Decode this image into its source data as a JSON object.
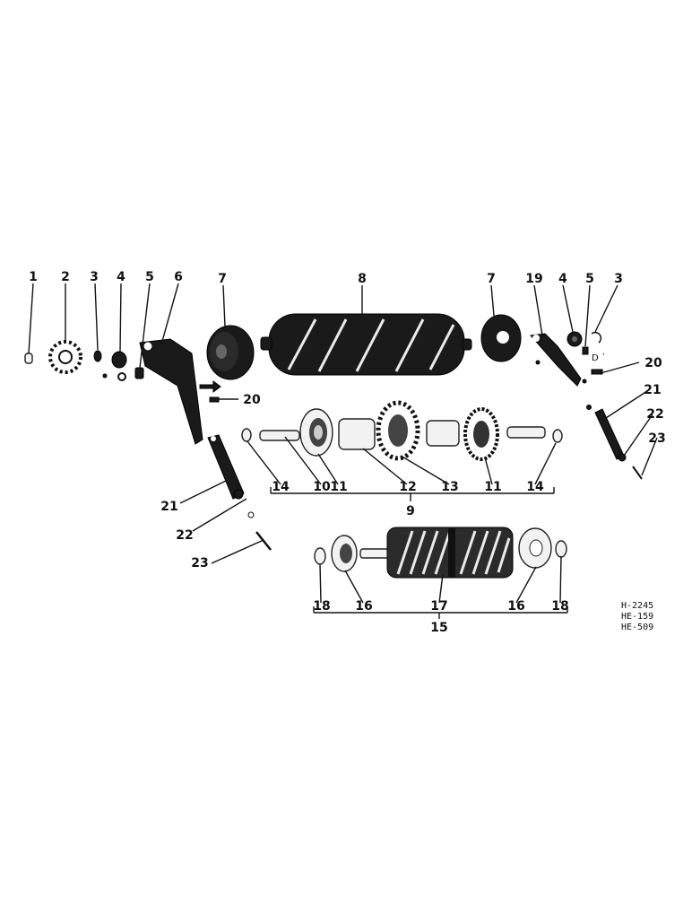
{
  "callouts": {
    "c1": "1",
    "c2": "2",
    "c3a": "3",
    "c4a": "4",
    "c5a": "5",
    "c6": "6",
    "c7a": "7",
    "c8": "8",
    "c7b": "7",
    "c19": "19",
    "c4b": "4",
    "c5b": "5",
    "c3b": "3",
    "c20a": "20",
    "c20b": "20",
    "c21a": "21",
    "c22a": "22",
    "c23a": "23",
    "c21b": "21",
    "c22b": "22",
    "c23b": "23",
    "c14a": "14",
    "c10": "10",
    "c11a": "11",
    "c12": "12",
    "c13": "13",
    "c11b": "11",
    "c14b": "14",
    "c9": "9",
    "c18a": "18",
    "c16a": "16",
    "c17": "17",
    "c16b": "16",
    "c18b": "18",
    "c15": "15"
  },
  "reference_codes": [
    "H-2245",
    "HE-159",
    "HE-509"
  ]
}
